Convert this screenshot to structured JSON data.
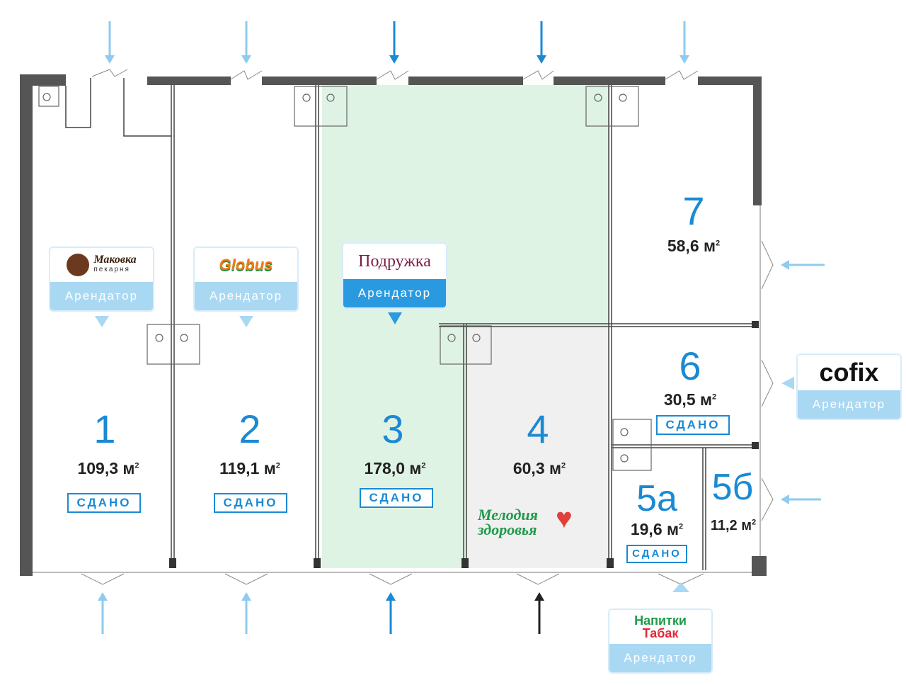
{
  "rooms": [
    {
      "number": "1",
      "area": "109,3 м",
      "status": "СДАНО"
    },
    {
      "number": "2",
      "area": "119,1 м",
      "status": "СДАНО"
    },
    {
      "number": "3",
      "area": "178,0 м",
      "status": "СДАНО"
    },
    {
      "number": "4",
      "area": "60,3 м"
    },
    {
      "number": "5а",
      "area": "19,6 м",
      "status": "СДАНО"
    },
    {
      "number": "5б",
      "area": "11,2 м"
    },
    {
      "number": "6",
      "area": "30,5 м",
      "status": "СДАНО"
    },
    {
      "number": "7",
      "area": "58,6 м"
    }
  ],
  "area_exponent": "2",
  "tenants": [
    {
      "name": "Маковка",
      "subtitle": "пекарня",
      "role": "Арендатор"
    },
    {
      "name": "Globus",
      "role": "Арендатор"
    },
    {
      "name": "Подружка",
      "role": "Арендатор"
    },
    {
      "name": "cofix",
      "role": "Арендатор"
    },
    {
      "name_line1": "Напитки",
      "name_line2": "Табак",
      "role": "Арендатор"
    }
  ],
  "room4_tenant": {
    "line1": "Мелодия",
    "line2": "здоровья"
  },
  "colors": {
    "accent": "#1a8ad4",
    "light": "#a9d8f3",
    "room3_fill": "#dff3e4",
    "room4_fill": "#f0f0f0"
  }
}
